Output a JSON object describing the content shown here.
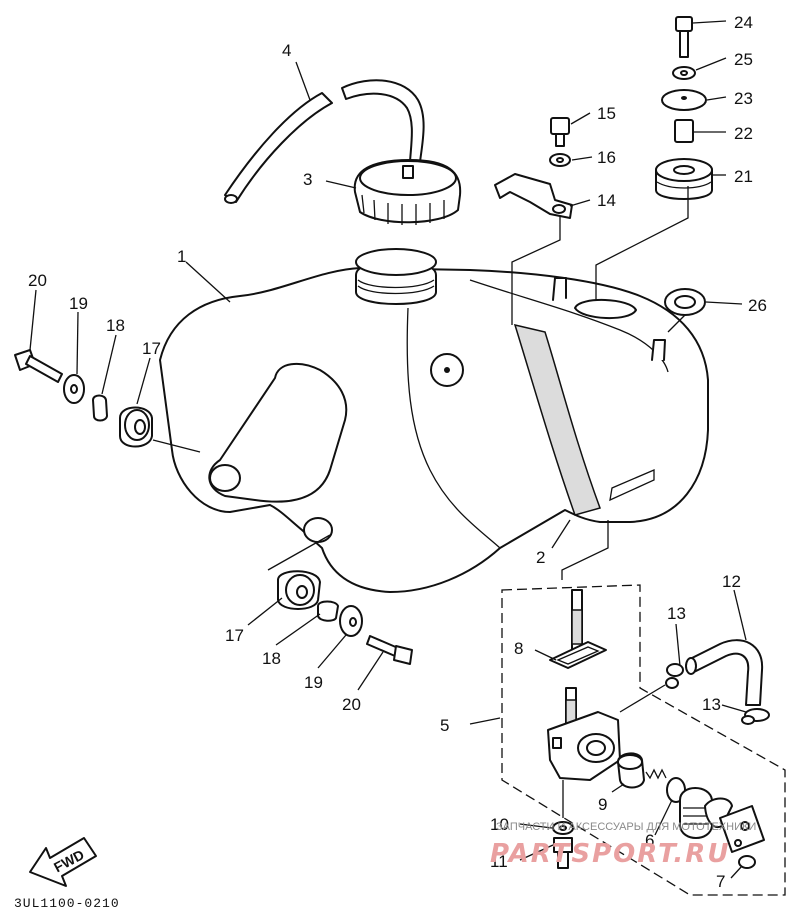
{
  "diagram": {
    "part_code": "3UL1100-0210",
    "direction_label": "FWD",
    "callouts": [
      {
        "id": "c1",
        "label": "1"
      },
      {
        "id": "c2",
        "label": "2"
      },
      {
        "id": "c3",
        "label": "3"
      },
      {
        "id": "c4",
        "label": "4"
      },
      {
        "id": "c5",
        "label": "5"
      },
      {
        "id": "c6",
        "label": "6"
      },
      {
        "id": "c6b",
        "label": "6"
      },
      {
        "id": "c7",
        "label": "7"
      },
      {
        "id": "c8",
        "label": "8"
      },
      {
        "id": "c9",
        "label": "9"
      },
      {
        "id": "c10",
        "label": "10"
      },
      {
        "id": "c11",
        "label": "11"
      },
      {
        "id": "c12",
        "label": "12"
      },
      {
        "id": "c13a",
        "label": "13"
      },
      {
        "id": "c13b",
        "label": "13"
      },
      {
        "id": "c14",
        "label": "14"
      },
      {
        "id": "c15",
        "label": "15"
      },
      {
        "id": "c16",
        "label": "16"
      },
      {
        "id": "c17a",
        "label": "17"
      },
      {
        "id": "c17b",
        "label": "17"
      },
      {
        "id": "c18a",
        "label": "18"
      },
      {
        "id": "c18b",
        "label": "18"
      },
      {
        "id": "c19a",
        "label": "19"
      },
      {
        "id": "c19b",
        "label": "19"
      },
      {
        "id": "c20a",
        "label": "20"
      },
      {
        "id": "c20b",
        "label": "20"
      },
      {
        "id": "c21",
        "label": "21"
      },
      {
        "id": "c22",
        "label": "22"
      },
      {
        "id": "c23",
        "label": "23"
      },
      {
        "id": "c24",
        "label": "24"
      },
      {
        "id": "c25",
        "label": "25"
      },
      {
        "id": "c26",
        "label": "26"
      }
    ]
  },
  "watermark": {
    "text": "ЗАПЧАСТИ И АКСЕССУАРЫ ДЛЯ МОТОТЕХНИКИ",
    "logo": "PARTSPORT.RU"
  }
}
